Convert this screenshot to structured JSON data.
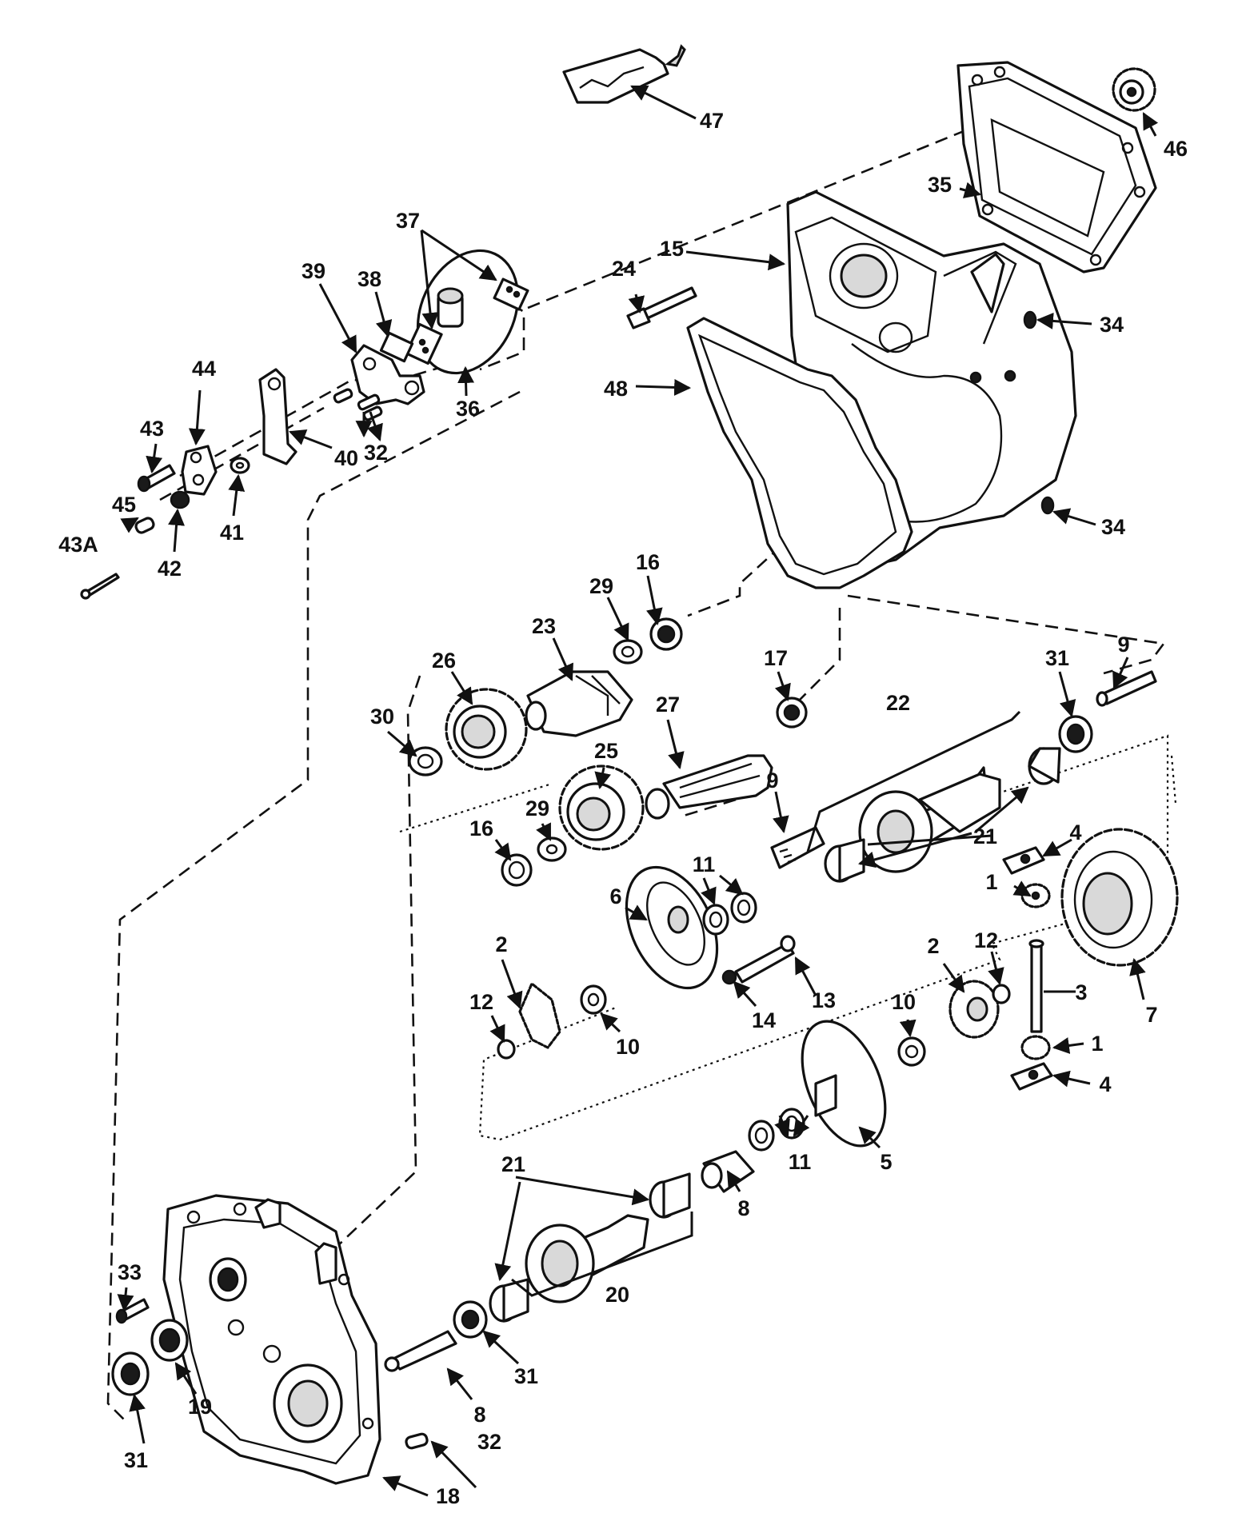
{
  "callouts": {
    "c1a": "1",
    "c1b": "1",
    "c2a": "2",
    "c2b": "2",
    "c3": "3",
    "c4a": "4",
    "c4b": "4",
    "c5": "5",
    "c6": "6",
    "c7": "7",
    "c8a": "8",
    "c8b": "8",
    "c9a": "9",
    "c9b": "9",
    "c10a": "10",
    "c10b": "10",
    "c11a": "11",
    "c11b": "11",
    "c12a": "12",
    "c12b": "12",
    "c13": "13",
    "c14": "14",
    "c15": "15",
    "c16a": "16",
    "c16b": "16",
    "c17": "17",
    "c18": "18",
    "c19": "19",
    "c20": "20",
    "c21a": "21",
    "c21b": "21",
    "c21c": "21",
    "c22": "22",
    "c23": "23",
    "c24": "24",
    "c25": "25",
    "c26": "26",
    "c27": "27",
    "c29a": "29",
    "c29b": "29",
    "c30": "30",
    "c31a": "31",
    "c31b": "31",
    "c31c": "31",
    "c32a": "32",
    "c32b": "32",
    "c33": "33",
    "c34a": "34",
    "c34b": "34",
    "c35": "35",
    "c36": "36",
    "c37": "37",
    "c38": "38",
    "c39": "39",
    "c40": "40",
    "c41": "41",
    "c42": "42",
    "c43": "43",
    "c43A": "43A",
    "c44": "44",
    "c45": "45",
    "c46": "46",
    "c47": "47",
    "c48": "48"
  }
}
